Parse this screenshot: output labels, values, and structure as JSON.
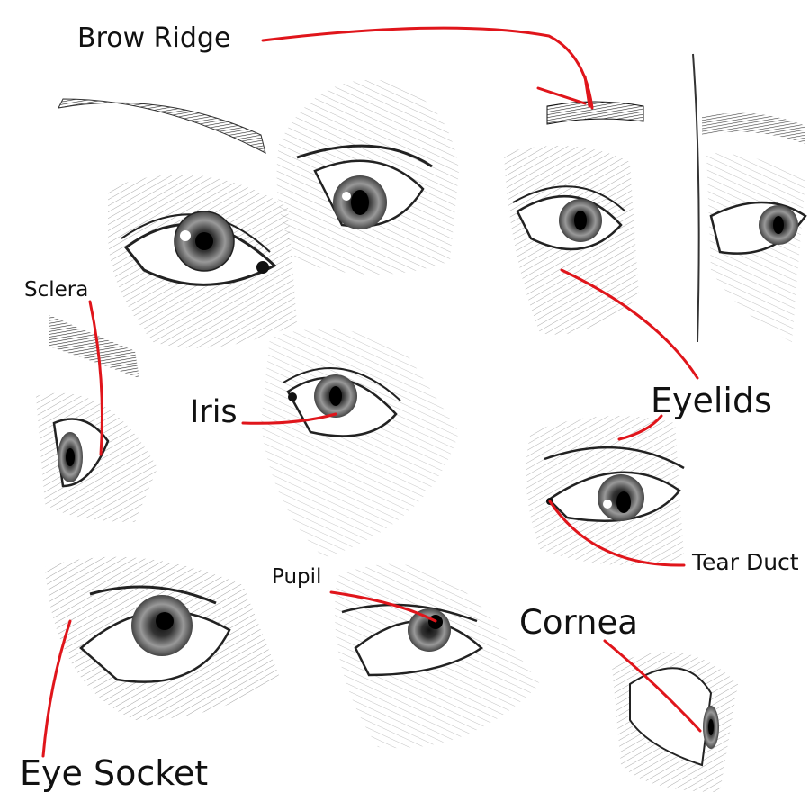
{
  "labels": {
    "brow_ridge": "Brow Ridge",
    "sclera": "Sclera",
    "iris": "Iris",
    "eyelids": "Eyelids",
    "tear_duct": "Tear Duct",
    "pupil": "Pupil",
    "cornea": "Cornea",
    "eye_socket": "Eye Socket"
  },
  "colors": {
    "leader": "#e0151b",
    "pencil": "#2b2b2b",
    "background": "#ffffff"
  }
}
